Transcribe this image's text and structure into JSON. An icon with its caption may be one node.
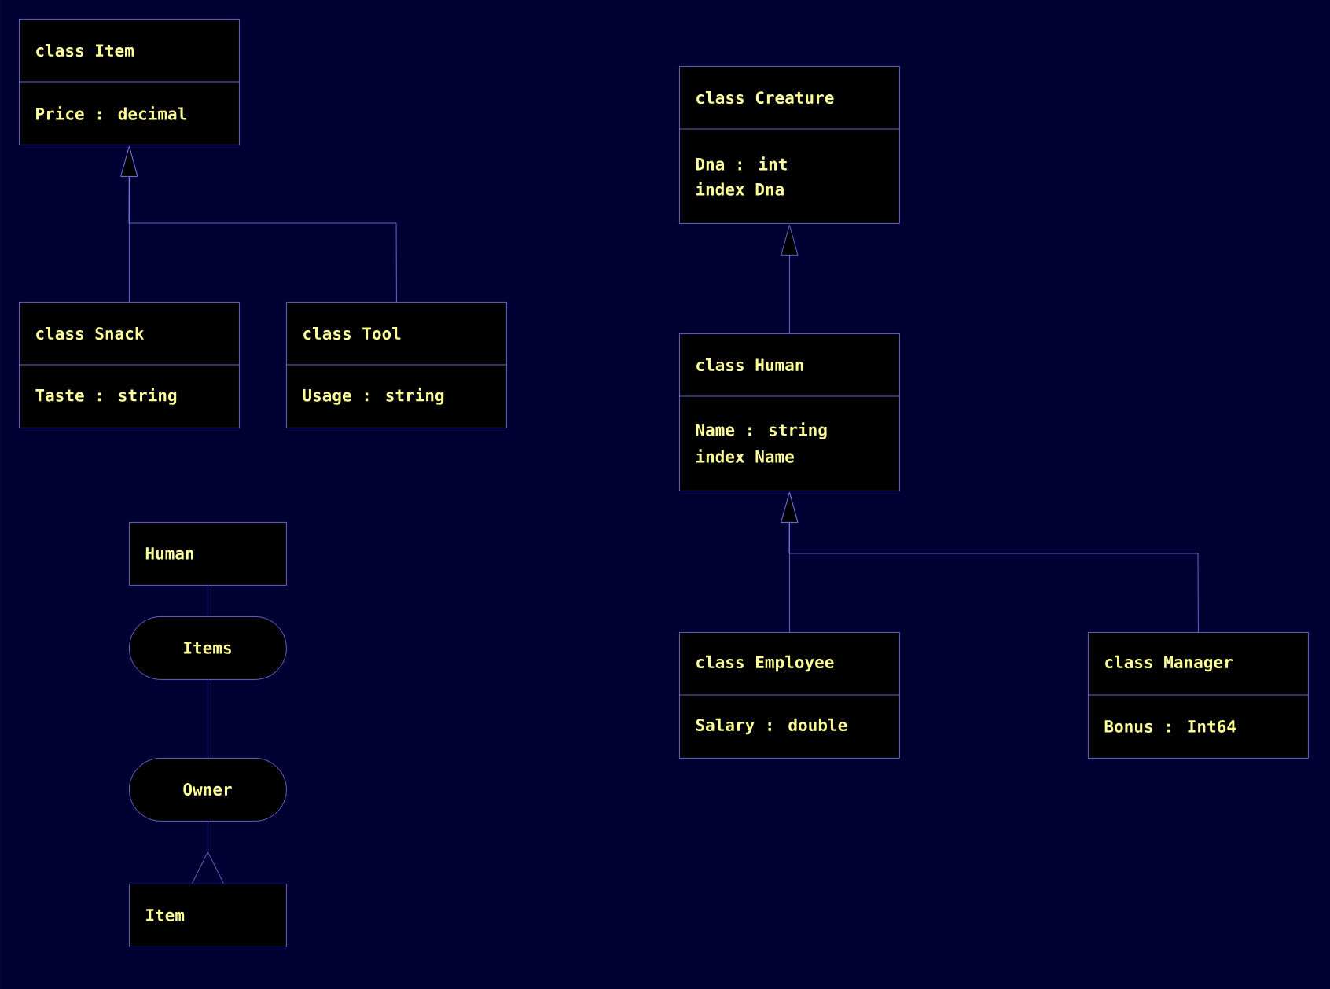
{
  "diagram": {
    "nodes": [
      {
        "text": [
          "class Item",
          "Price : decimal"
        ]
      },
      {
        "text": [
          "class Snack",
          "Taste : string"
        ]
      },
      {
        "text": [
          "class Tool",
          "Usage : string"
        ]
      },
      {
        "text": [
          "class Creature",
          "Dna : int",
          "index Dna"
        ]
      },
      {
        "text": [
          "class Human",
          "Name : string",
          "index Name"
        ]
      },
      {
        "text": [
          "class Employee",
          "Salary : double"
        ]
      },
      {
        "text": [
          "class Manager",
          "Bonus : Int64"
        ]
      },
      {
        "text": [
          "Human"
        ]
      },
      {
        "text": [
          "Items"
        ]
      },
      {
        "text": [
          "Owner"
        ]
      },
      {
        "text": [
          "Item"
        ]
      }
    ],
    "edges": [
      {
        "from": 1,
        "to": 0,
        "arrow": "to"
      },
      {
        "from": 2,
        "to": 0,
        "arrow": "to"
      },
      {
        "from": 4,
        "to": 3,
        "arrow": "to"
      },
      {
        "from": 5,
        "to": 4,
        "arrow": "to"
      },
      {
        "from": 6,
        "to": 4,
        "arrow": "to"
      },
      {
        "from": 7,
        "to": 8,
        "arrow": "none"
      },
      {
        "from": 8,
        "to": 9,
        "arrow": "none"
      },
      {
        "from": 9,
        "to": 10,
        "arrow": "other"
      }
    ]
  }
}
